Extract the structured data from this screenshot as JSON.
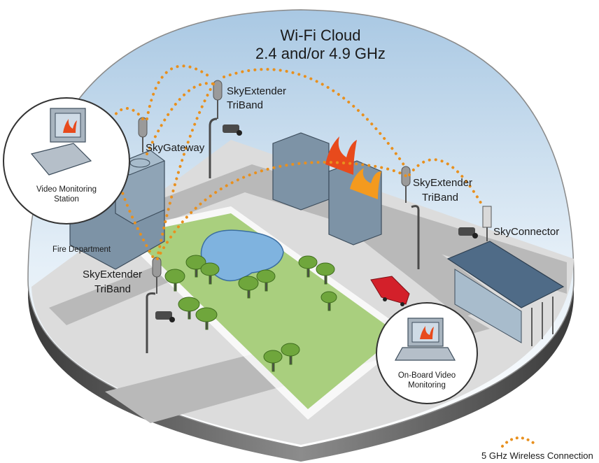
{
  "title": {
    "line1": "Wi-Fi Cloud",
    "line2": "2.4 and/or 4.9 GHz"
  },
  "labels": {
    "skyextender_top": [
      "SkyExtender",
      "TriBand"
    ],
    "skyextender_right": [
      "SkyExtender",
      "TriBand"
    ],
    "skyextender_left": [
      "SkyExtender",
      "TriBand"
    ],
    "skygateway": "SkyGateway",
    "skyconnector": "SkyConnector",
    "fire_department": "Fire Department",
    "video_station": [
      "Video Monitoring",
      "Station"
    ],
    "onboard_video": [
      "On-Board Video",
      "Monitoring"
    ]
  },
  "legend": {
    "label": "5 GHz Wireless Connection"
  },
  "colors": {
    "link": "#e8901e",
    "dome_top": "#c9dff0",
    "ground": "#d9d9d9",
    "road": "#b5b5b5",
    "park": "#a9cf7e",
    "tree": "#6fa63c",
    "building": "#7d93a6",
    "fire": "#e84a1c",
    "truck": "#d3202a"
  },
  "icons": [
    "fire-icon",
    "monitor-icon",
    "laptop-icon",
    "camera-icon",
    "antenna-icon",
    "fire-truck-icon",
    "tree-icon"
  ]
}
